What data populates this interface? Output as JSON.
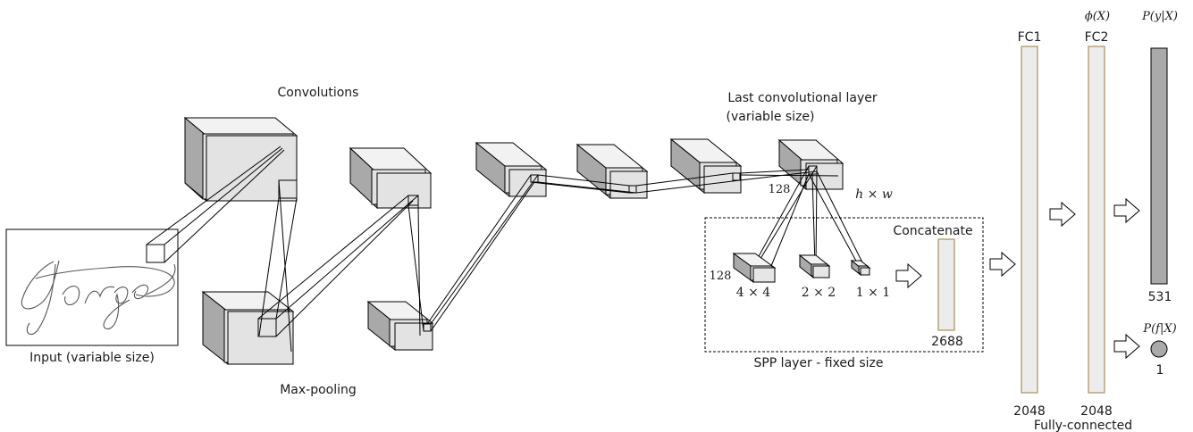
{
  "labels": {
    "input": "Input (variable size)",
    "convolutions": "Convolutions",
    "maxpooling": "Max-pooling",
    "last_conv": "Last convolutional layer",
    "last_conv_sub": "(variable size)",
    "channels": "128",
    "hw": "h × w",
    "concatenate": "Concatenate",
    "spp_layer": "SPP layer - fixed size",
    "spp_channels": "128",
    "bin_4": "4 × 4",
    "bin_2": "2 × 2",
    "bin_1": "1 × 1",
    "concat_size": "2688",
    "fc1": "FC1",
    "fc2": "FC2",
    "phi": "ϕ(X)",
    "p_y": "P(y|X)",
    "p_f": "P(f|X)",
    "fc1_size": "2048",
    "fc2_size": "2048",
    "fully_connected": "Fully-connected",
    "out_531": "531",
    "out_1": "1"
  },
  "colors": {
    "block_front": "#e3e3e3",
    "block_side": "#a9a9a9",
    "fc_border": "#a89060",
    "output_bar": "#aaaaaa"
  }
}
